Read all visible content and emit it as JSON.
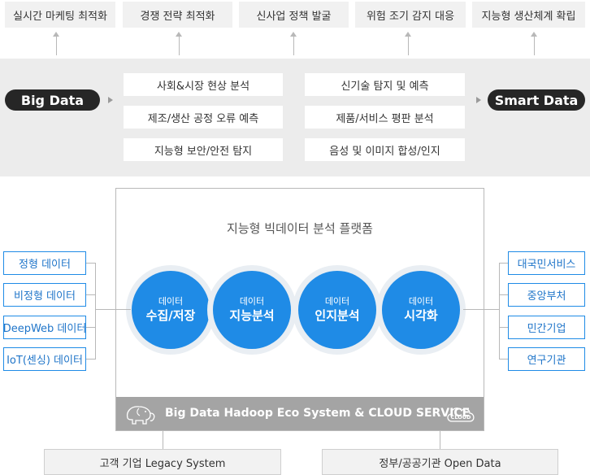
{
  "goals": [
    "실시간 마케팅 최적화",
    "경쟁 전략 최적화",
    "신사업 정책 발굴",
    "위험 조기 감지 대응",
    "지능형 생산체계 확립"
  ],
  "input_label": "Big Data",
  "output_label": "Smart Data",
  "analyses": {
    "left": [
      "사회&시장 현상 분석",
      "제조/생산 공정 오류 예측",
      "지능형 보안/안전 탐지"
    ],
    "right": [
      "신기술 탐지 및 예측",
      "제품/서비스 평판 분석",
      "음성 및 이미지 합성/인지"
    ]
  },
  "platform": {
    "title": "지능형 빅데이터 분석 플랫폼",
    "steps": [
      {
        "small": "데이터",
        "large": "수집/저장"
      },
      {
        "small": "데이터",
        "large": "지능분석"
      },
      {
        "small": "데이터",
        "large": "인지분석"
      },
      {
        "small": "데이터",
        "large": "시각화"
      }
    ],
    "eco_label": "Big Data Hadoop Eco System  &  CLOUD SERVICE",
    "cloud_label": "CLOUD"
  },
  "sources": [
    "정형 데이터",
    "비정형 데이터",
    "DeepWeb 데이터",
    "IoT(센싱) 데이터"
  ],
  "consumers": [
    "대국민서비스",
    "중앙부처",
    "민간기업",
    "연구기관"
  ],
  "bottom": [
    "고객 기업  Legacy System",
    "정부/공공기관  Open Data"
  ],
  "colors": {
    "accent": "#1f8be6",
    "dark_pill": "#262626",
    "band": "#ececec",
    "eco_bar": "#a4a4a4"
  }
}
